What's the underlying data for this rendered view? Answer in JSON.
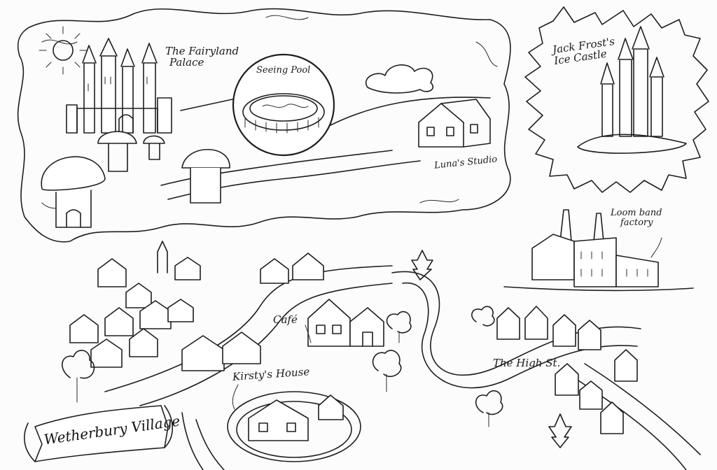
{
  "map": {
    "title": "Wetherbury Village",
    "places": {
      "fairyland_palace": {
        "line1": "The Fairyland",
        "line2": "Palace"
      },
      "seeing_pool": "Seeing Pool",
      "lunas_studio": "Luna's Studio",
      "ice_castle": {
        "line1": "Jack Frost's",
        "line2": "Ice Castle"
      },
      "loom_band_factory": {
        "line1": "Loom band",
        "line2": "factory"
      },
      "cafe": "Café",
      "the_high_st": "The High St.",
      "kirstys_house": "Kirsty's House"
    },
    "icons": [
      "sun-icon",
      "castle-icon",
      "mushroom-house-icon",
      "pool-icon",
      "cloud-icon",
      "house-icon",
      "factory-icon",
      "tree-icon",
      "banner-icon"
    ]
  }
}
